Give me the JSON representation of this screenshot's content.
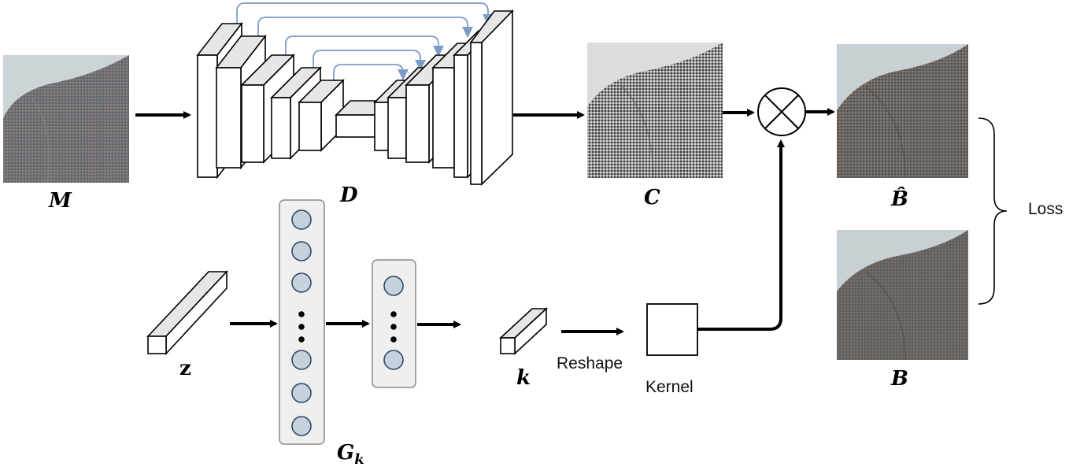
{
  "labels": {
    "M": "M",
    "D": "D",
    "C": "C",
    "B_hat": "B̂",
    "B": "B",
    "z": "z",
    "k": "k",
    "G": "G",
    "G_sub": "k",
    "reshape": "Reshape",
    "kernel": "Kernel",
    "loss": "Loss",
    "multiply_symbol": "⊗"
  },
  "colors": {
    "skip_connection": "#7d9cc6",
    "node_fill": "#c5d2de",
    "node_stroke": "#2f4a63",
    "panel_fill": "#efefef",
    "block_top": "#e6e6e6"
  },
  "icons": {
    "images": [
      "fabric-patch-mosaic",
      "fabric-patch-grayscale",
      "fabric-patch-estimate",
      "fabric-patch-target"
    ],
    "operator": "multiply-circle-icon"
  }
}
